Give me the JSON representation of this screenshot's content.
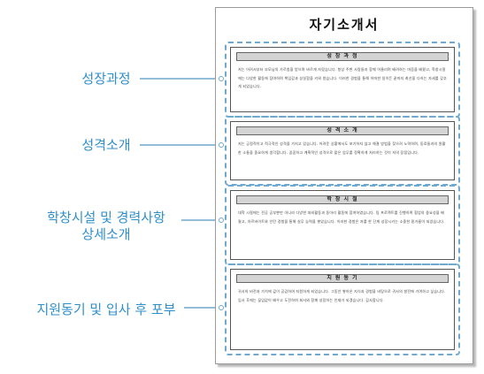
{
  "document": {
    "title": "자기소개서",
    "sections": [
      {
        "header": "성 장 과 정",
        "body": "저는 어려서부터 부모님의 가르침을 받으며 바르게 자랐습니다. 항상 주변 사람들과 함께 어울리며 배려하는 마음을 배웠고, 학창시절에는 다양한 활동에 참여하며 책임감과 성실함을 키워 왔습니다. 이러한 경험을 통해 어떠한 일이든 끝까지 최선을 다하는 자세를 갖추게 되었습니다."
      },
      {
        "header": "성 격 소 개",
        "body": "저는 긍정적이고 적극적인 성격을 가지고 있습니다. 어려운 상황에서도 포기하지 않고 해결 방법을 찾으려 노력하며, 동료들과의 원활한 소통을 중요하게 생각합니다. 꼼꼼하고 계획적인 성격으로 맡은 업무를 정확하게 처리하는 것이 저의 장점입니다."
      },
      {
        "header": "학 창 시 절",
        "body": "대학 시절에는 전공 공부뿐만 아니라 다양한 대외활동과 동아리 활동에 참여하였습니다. 팀 프로젝트를 진행하며 협업의 중요성을 배웠고, 아르바이트와 인턴 경험을 통해 실무 능력을 쌓았습니다. 이러한 경험은 저를 한 단계 성장시키는 소중한 밑거름이 되었습니다."
      },
      {
        "header": "지 원 동 기",
        "body": "귀사의 비전과 가치에 깊이 공감하여 지원하게 되었습니다. 그동안 쌓아온 지식과 경험을 바탕으로 귀사의 발전에 기여하고 싶습니다. 입사 후에는 끊임없이 배우고 도전하여 회사와 함께 성장하는 인재가 되겠습니다. 감사합니다."
      }
    ]
  },
  "labels": [
    "성장과정",
    "성격소개",
    "학창시설 및 경력사항\n상세소개",
    "지원동기 및 입사 후 포부"
  ],
  "colors": {
    "accent": "#2f8fc9",
    "dashed_border": "#6fa9cf"
  }
}
